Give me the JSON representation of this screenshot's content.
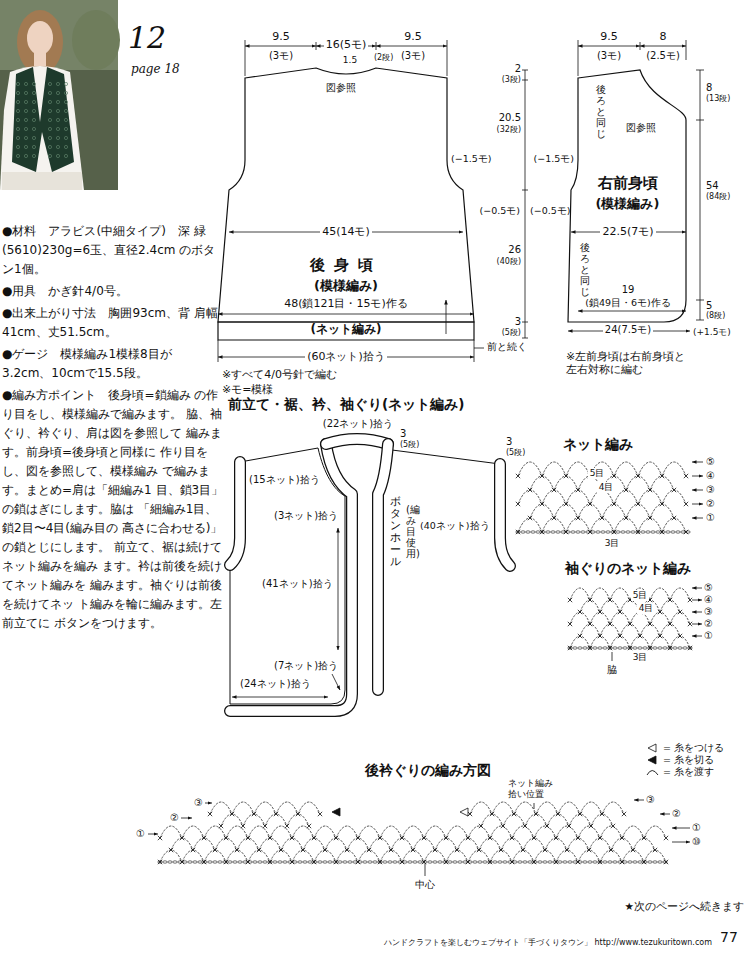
{
  "diagram": {
    "nodes": [
      {
        "text": [
          "後身頃",
          "(模様編み)"
        ]
      },
      {
        "text": [
          "(ネット編み)"
        ]
      },
      {
        "text": [
          "右前身頃",
          "(模様編み)"
        ]
      }
    ],
    "labels": [
      "12",
      "page 18",
      "●材料　アラビス(中細タイプ)　深 緑(5610)230g=6玉、直径2.4cm のボタン1個。",
      "●用具　かぎ針4/0号。",
      "●出来上がり寸法　胸囲93cm、背 肩幅41cm、丈51.5cm。",
      "●ゲージ　模様編み1模様8目が 3.2cm、10cmで15.5段。",
      "●編み方ポイント　後身頃=鎖編み の作り目をし、模様編みで編みます。 脇、袖ぐり、衿ぐり、肩は図を参照して 編みます。前身頃=後身頃と同様に 作り目をし、図を参照して、模様編み で編みます。まとめ=肩は「細編み1 目、鎖3目」の鎖はぎにします。脇は 「細編み1目、鎖2目〜4目(編み目の 高さに合わせる)」の鎖とじにします。 前立て、裾は続けてネット編みを編み ます。衿は前後を続けてネット編みを 編みます。袖ぐりは前後を続けてネッ ト編みを輪に編みます。左前立てに ボタンをつけます。",
      "9.5",
      "(3モ)",
      "16(5モ)",
      "(2段)",
      "9.5",
      "(3モ)",
      "1.5",
      "図参照",
      "(−1.5モ)",
      "45(14モ)",
      "(−0.5モ)",
      "48(鎖121目・15モ)作る",
      "(60ネット)拾う",
      "前と続く",
      "※すべて4/0号針で編む",
      "※モ=模様",
      "2",
      "(3段)",
      "20.5",
      "(32段)",
      "26",
      "(40段)",
      "3",
      "(5段)",
      "(−0.5モ)",
      "9.5",
      "(3モ)",
      "8",
      "(2.5モ)",
      "後ろと同じ",
      "図参照",
      "8",
      "(13段)",
      "(−1.5モ)",
      "22.5(7モ)",
      "54",
      "(84段)",
      "後ろと同じ",
      "19",
      "(鎖49目・6モ)作る",
      "5",
      "(8段)",
      "24(7.5モ)",
      "(+1.5モ)",
      "※左前身頃は右前身頃と 左右対称に編む",
      "前立て・裾、衿、袖ぐり(ネット編み)",
      "(22ネット)拾う",
      "3",
      "(5段)",
      "3",
      "(5段)",
      "(15ネット)拾う",
      "(3ネット)拾う",
      "ボタンホール",
      "(編み目使用)",
      "(40ネット)拾う",
      "(41ネット)拾う",
      "(7ネット)拾う",
      "(24ネット)拾う",
      "ネット編み",
      "5目",
      "4目",
      "3目",
      "⑤",
      "④",
      "③",
      "②",
      "①",
      "袖ぐりのネット編み",
      "5目",
      "4目",
      "3目",
      "⑤",
      "④",
      "③",
      "②",
      "①",
      "脇",
      "後衿ぐりの編み方図",
      "ネット編み 拾い位置",
      "①",
      "②",
      "③",
      "③",
      "②",
      "①",
      "⑩",
      "中心",
      "★次のページへ続きます",
      "ハンドクラフトを楽しむウェブサイト「手づくりタウン」 http://www.tezukuritown.com",
      "77"
    ],
    "legend": [
      {
        "text": "= 糸をつける"
      },
      {
        "text": "= 糸を切る"
      },
      {
        "text": "= 糸を渡す"
      }
    ]
  }
}
